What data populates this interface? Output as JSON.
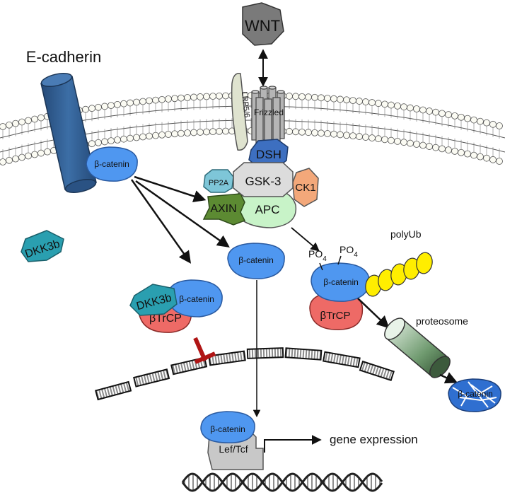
{
  "labels": {
    "wnt": "WNT",
    "e_cadherin": "E-cadherin",
    "lrp": "LRP5/6",
    "frizzled": "Frizzled",
    "dsh": "DSH",
    "pp2a": "PP2A",
    "gsk3": "GSK-3",
    "ck1": "CK1",
    "axin": "AXIN",
    "apc": "APC",
    "dkk3b": "DKK3b",
    "beta_catenin": "β-catenin",
    "btrcp": "βTrCP",
    "po4": "PO",
    "po4_sub": "4",
    "polyub": "polyUb",
    "proteosome": "proteosome",
    "lef_tcf": "Lef/Tcf",
    "gene_expression": "gene expression"
  },
  "colors": {
    "beta_catenin": "#4f97f0",
    "dkk3b": "#2a9fb0",
    "btrcp": "#ee6a66",
    "dsh": "#3d6fc0",
    "pp2a": "#7ec6d8",
    "gsk3": "#dcdcdc",
    "ck1": "#f3a87a",
    "axin": "#5c8a32",
    "apc": "#c8f3c8",
    "e_cadherin": "#2f5a8e",
    "polyub": "#ffee00",
    "inhibit": "#b01515"
  }
}
